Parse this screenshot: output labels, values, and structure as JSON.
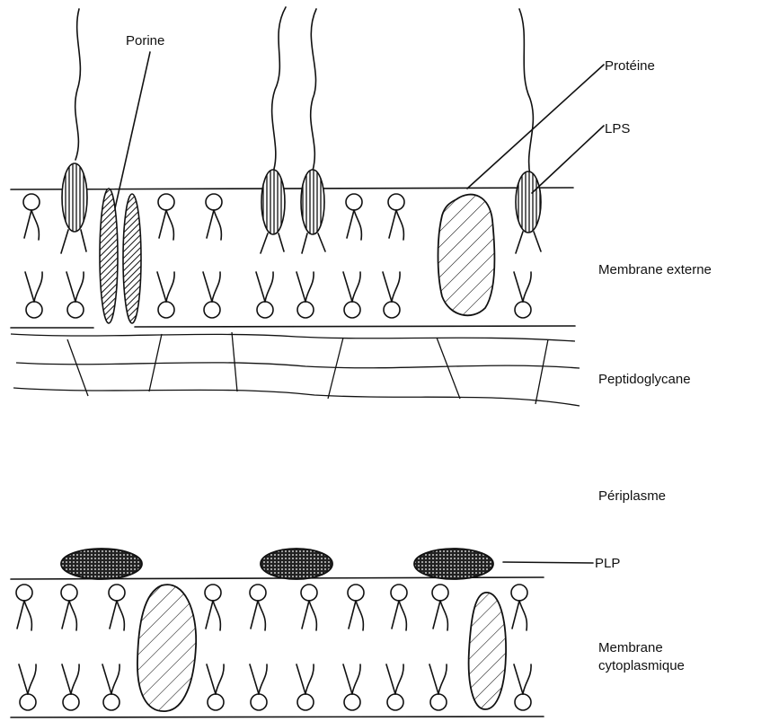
{
  "labels": {
    "porine": "Porine",
    "proteine": "Protéine",
    "lps": "LPS",
    "membrane_externe": "Membrane externe",
    "peptidoglycane": "Peptidoglycane",
    "periplasme": "Périplasme",
    "plp": "PLP",
    "membrane_cyto_line1": "Membrane",
    "membrane_cyto_line2": "cytoplasmique"
  }
}
